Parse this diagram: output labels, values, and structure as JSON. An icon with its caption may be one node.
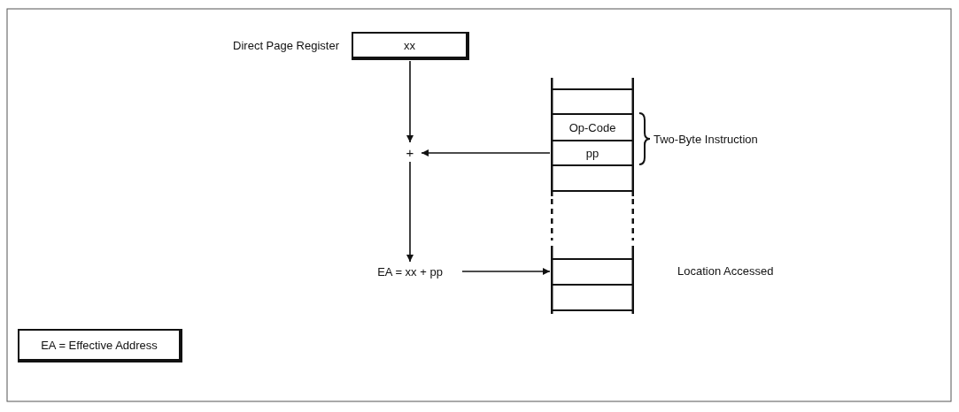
{
  "diagram": {
    "nodes": [
      {
        "text": [
          "xx"
        ],
        "beside": [
          "Direct Page Register"
        ]
      },
      {
        "text": [],
        "shape": "bar"
      },
      {
        "text": [],
        "shape": "box",
        "in": 1
      },
      {
        "text": [
          "Op-Code"
        ],
        "in": 1
      },
      {
        "text": [
          "pp"
        ],
        "in": 1
      },
      {
        "text": [],
        "shape": "box",
        "in": 1
      },
      {
        "text": [],
        "shape": "box",
        "in": 1,
        "beside": [
          "Location Accessed"
        ]
      },
      {
        "text": [],
        "shape": "box",
        "in": 1
      },
      {
        "text": [
          "+"
        ]
      },
      {
        "text": [
          "EA = xx + pp"
        ]
      },
      {
        "text": [
          "EA = Effective Address"
        ]
      }
    ],
    "edges": [
      {
        "from": 0,
        "to": 8,
        "arrow": "to"
      },
      {
        "from": 4,
        "to": 8,
        "arrow": "to"
      },
      {
        "from": 8,
        "to": 9,
        "arrow": "to"
      },
      {
        "from": 9,
        "to": 6,
        "arrow": "to"
      }
    ],
    "labels": [
      "Two-Byte Instruction"
    ]
  }
}
